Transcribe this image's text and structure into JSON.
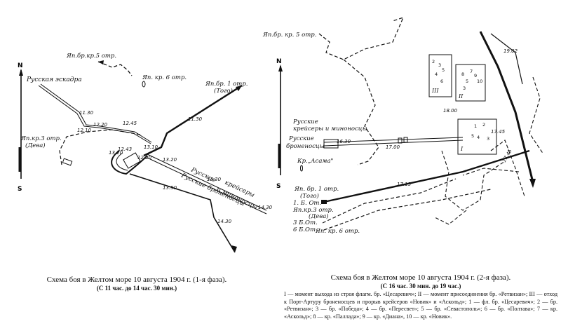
{
  "diagram1": {
    "north": "N",
    "south": "S",
    "labels": {
      "japan_br5": "Яп.бр.кр.5 отр.",
      "japan_kr6": "Яп. кр. 6 отр.",
      "japan_br1": "Яп.бр. 1 отр.",
      "togo": "(Того)",
      "russian_squadron": "Русская эскадра",
      "japan_kr3": "Яп.кр.3 отр.",
      "deva": "(Дева)",
      "russian": "Русские",
      "cruisers": "крейсеры",
      "minonoscy": "и миноносцы",
      "bronenoscy": "Русские броненосцы"
    },
    "times": {
      "t1130a": "11.30",
      "t1210": "12.10",
      "t1220": "12.20",
      "t1245": "12.45",
      "t1130b": "11.30",
      "t1320a": "13.20",
      "t1320b": "13.20",
      "t1243": "12.43",
      "t1310": "13.10",
      "t1220b": "12.20",
      "t1330": "13.30",
      "t1350": "13.50",
      "t1430a": "14.30",
      "t1430b": "14.30"
    }
  },
  "diagram2": {
    "north": "N",
    "south": "S",
    "labels": {
      "japan_br5": "Яп.бр. кр. 5 отр.",
      "russian_cruisers": "Русские",
      "cruisers2": "крейсеры и миноносцы",
      "russian_bron": "Русские",
      "bronenoscy": "броненосцы",
      "asama": "Кр.„Асама\"",
      "japan_br1": "Яп. бр. 1 отр.",
      "togo": "(Того)",
      "b1": "1. Б. От.",
      "japan_kr3": "Яп.кр.3 отр.",
      "deva": "(Дева)",
      "b3": "3 Б.От.",
      "b6": "6 Б.От.",
      "japan_kr6": "Яп. кр. 6 отр.",
      "roman1": "I",
      "roman2": "II",
      "roman3": "III"
    },
    "times": {
      "t1902": "19.02",
      "t1745": "17.45",
      "t1630": "16.30",
      "t1700": "17.00",
      "t1715": "17.15",
      "t1745b": "17.45",
      "t1800": "18.00"
    }
  },
  "captions": {
    "c1_title": "Схема боя в Желтом море 10 августа 1904 г. (1-я фаза).",
    "c1_sub": "(С 11 час. до 14 час. 30 мин.)",
    "c2_title": "Схема боя в Желтом море 10 августа 1904 г. (2-я фаза).",
    "c2_sub": "(С 16 час. 30 мин. до 19 час.)",
    "legend": "I — момент выхода из строя флагм. бр. «Цесаревич»; II — момент присоединения бр. «Ретвизан»; III — отход к Порт-Артуру броненосцев и прорыв крейсеров «Новик» и «Аскольд»; 1 — фл. бр. «Цесаревич»; 2 — бр. «Ретвизан»; 3 — бр. «Победа»; 4 — бр. «Пересвет»; 5 — бр. «Севастополь»; 6 — бр. «Полтава»; 7 — кр. «Аскольд»; 8 — кр. «Паллада»; 9 — кр. «Диана», 10 — кр. «Новик»."
  }
}
